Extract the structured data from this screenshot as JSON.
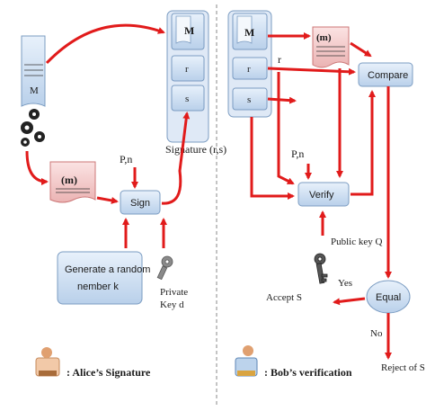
{
  "colors": {
    "arrow": "#e11b1b",
    "box_fill": "#cfe0f3",
    "box_stroke": "#7b9cc2",
    "scroll_fill": "#f3c9c9",
    "divider": "#888888"
  },
  "alice": {
    "doc_label": "M",
    "hash_label": "(m)",
    "pn_label": "P,n",
    "sign_label": "Sign",
    "random_label_line1": "Generate a random",
    "random_label_line2": "nember  k",
    "private_key_line1": "Private",
    "private_key_line2": "Key d",
    "signature_label": "Signature (r,s)",
    "sig_m": "M",
    "sig_r": "r",
    "sig_s": "s",
    "legend": ": Alice’s Signature"
  },
  "bob": {
    "doc_m": "M",
    "doc_r": "r",
    "doc_s": "s",
    "hash_label": "(m)",
    "r_label": "r",
    "compare_label": "Compare",
    "pn_label": "P,n",
    "verify_label": "Verify",
    "public_key_label": "Public key Q",
    "yes_label": "Yes",
    "equal_label": "Equal",
    "accept_label": "Accept  S",
    "no_label": "No",
    "reject_label": "Reject of S",
    "legend": ": Bob’s verification"
  }
}
